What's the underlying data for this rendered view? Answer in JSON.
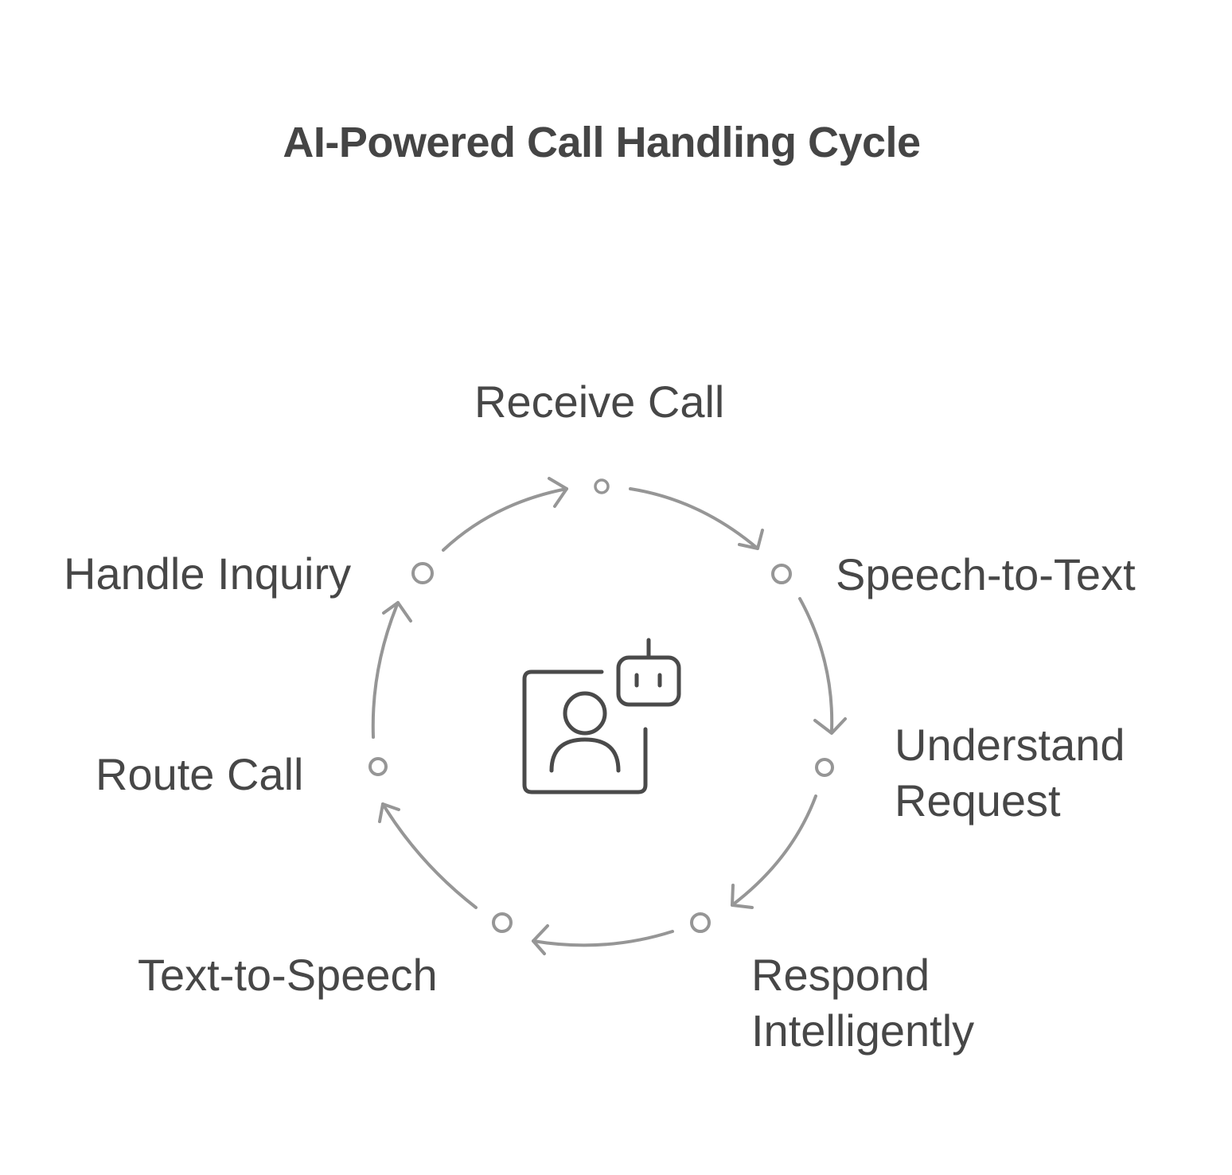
{
  "title": "AI-Powered Call Handling Cycle",
  "center_icon": "person-with-robot-icon",
  "steps": [
    {
      "label": "Receive Call"
    },
    {
      "label": "Speech-to-Text"
    },
    {
      "label_lines": [
        "Understand",
        "Request"
      ]
    },
    {
      "label_lines": [
        "Respond",
        "Intelligently"
      ]
    },
    {
      "label": "Text-to-Speech"
    },
    {
      "label": "Route Call"
    },
    {
      "label": "Handle Inquiry"
    }
  ],
  "colors": {
    "stroke": "#969696",
    "text": "#474747",
    "icon": "#4a4a4a"
  }
}
